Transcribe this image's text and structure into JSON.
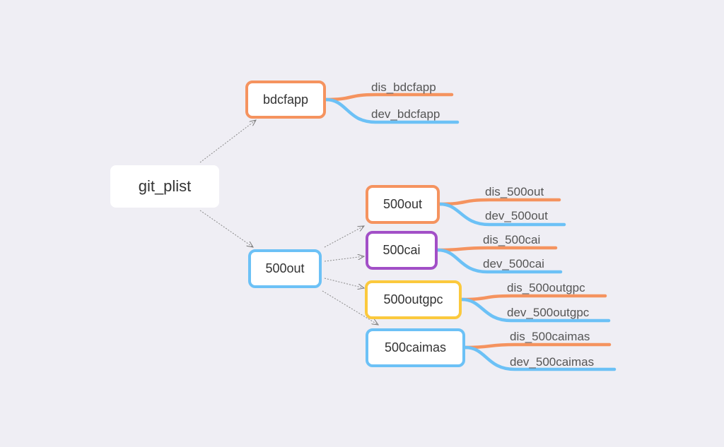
{
  "colors": {
    "background": "#efeef4",
    "orange": "#f5935f",
    "blue": "#6cc1f6",
    "purple": "#a24fc7",
    "yellow": "#fbc93d",
    "arrow": "#8a8a8a"
  },
  "root": {
    "label": "git_plist"
  },
  "branches": [
    {
      "label": "bdcfapp",
      "border": "orange",
      "leaves": [
        {
          "label": "dis_bdcfapp",
          "color": "orange"
        },
        {
          "label": "dev_bdcfapp",
          "color": "blue"
        }
      ]
    },
    {
      "label": "500out",
      "border": "blue",
      "children": [
        {
          "label": "500out",
          "border": "orange",
          "leaves": [
            {
              "label": "dis_500out",
              "color": "orange"
            },
            {
              "label": "dev_500out",
              "color": "blue"
            }
          ]
        },
        {
          "label": "500cai",
          "border": "purple",
          "leaves": [
            {
              "label": "dis_500cai",
              "color": "orange"
            },
            {
              "label": "dev_500cai",
              "color": "blue"
            }
          ]
        },
        {
          "label": "500outgpc",
          "border": "yellow",
          "leaves": [
            {
              "label": "dis_500outgpc",
              "color": "orange"
            },
            {
              "label": "dev_500outgpc",
              "color": "blue"
            }
          ]
        },
        {
          "label": "500caimas",
          "border": "blue",
          "leaves": [
            {
              "label": "dis_500caimas",
              "color": "orange"
            },
            {
              "label": "dev_500caimas",
              "color": "blue"
            }
          ]
        }
      ]
    }
  ]
}
